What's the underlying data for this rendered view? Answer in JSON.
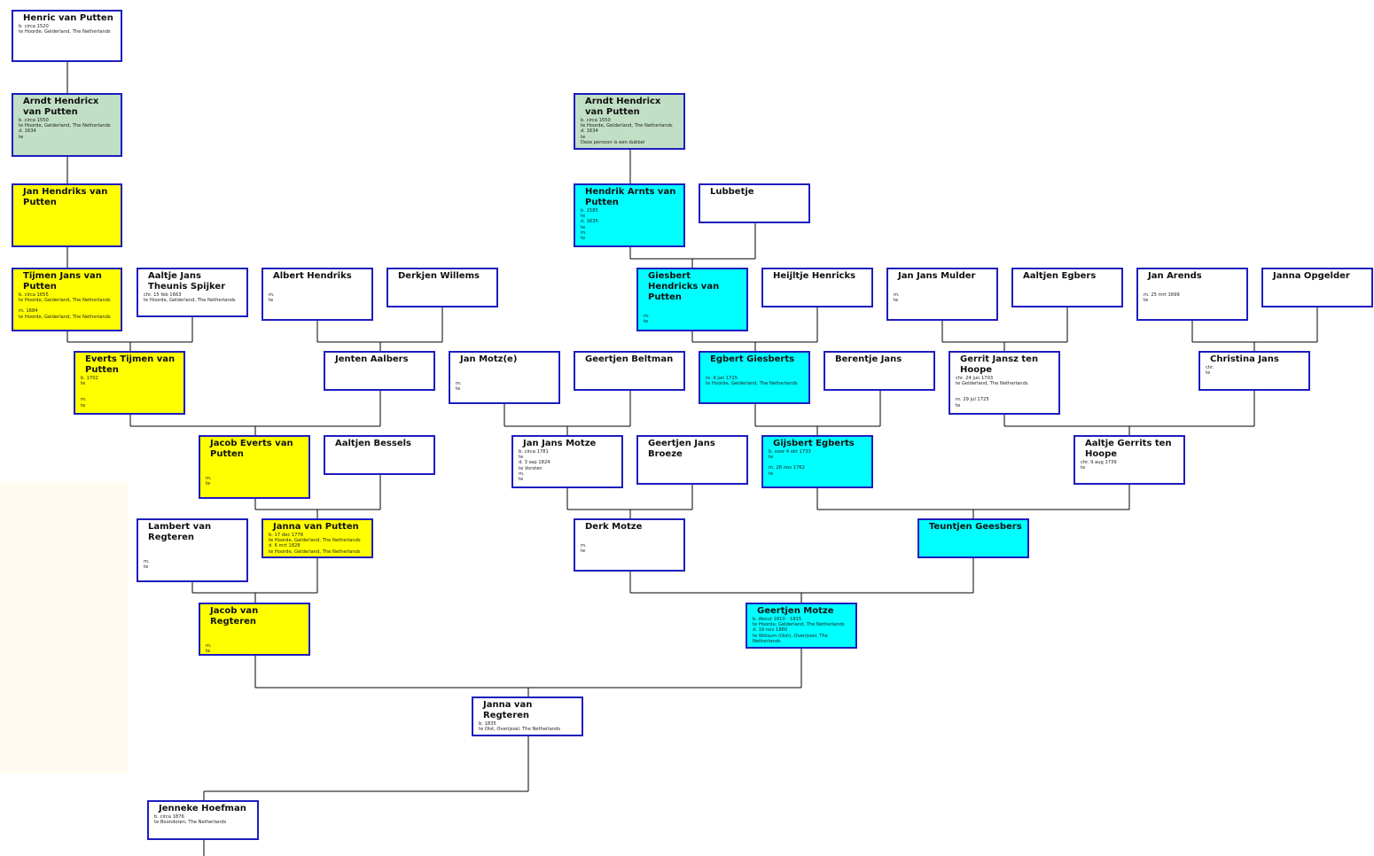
{
  "people": [
    {
      "id": "henric",
      "name": "Henric van Putten",
      "color": "white",
      "details": [
        "b. circa 1520",
        "te Hoorde, Gelderland, The Netherlands"
      ]
    },
    {
      "id": "arndt1",
      "name": "Arndt Hendricx van Putten",
      "color": "green",
      "details": [
        "b. circa 1550",
        "te Hoorde, Gelderland, The Netherlands",
        "d. 1634",
        "te"
      ]
    },
    {
      "id": "arndt2",
      "name": "Arndt Hendricx van Putten",
      "color": "green",
      "details": [
        "b. circa 1550",
        "te Hoorde, Gelderland, The Netherlands",
        "d. 1634",
        "te",
        "Deze persoon is een dubbel"
      ]
    },
    {
      "id": "janhendriks",
      "name": "Jan Hendriks van Putten",
      "color": "yellow",
      "details": []
    },
    {
      "id": "hendrik",
      "name": "Hendrik Arnts van Putten",
      "color": "cyan",
      "details": [
        "b. 1585",
        "te",
        "d. 1635",
        "te",
        "m.",
        "te"
      ]
    },
    {
      "id": "lubbetje",
      "name": "Lubbetje",
      "color": "white",
      "details": []
    },
    {
      "id": "tijmen",
      "name": "Tijmen Jans van Putten",
      "color": "yellow",
      "details": [
        "b. circa 1655",
        "te Hoorde, Gelderland, The Netherlands",
        "",
        "m. 1684",
        "te Hoorde, Gelderland, The Netherlands"
      ]
    },
    {
      "id": "aaltjespijker",
      "name": "Aaltje Jans Theunis Spijker",
      "color": "white",
      "details": [
        "chr. 15 feb 1663",
        "te Hoorde, Gelderland, The Netherlands"
      ]
    },
    {
      "id": "albert",
      "name": "Albert Hendriks",
      "color": "white",
      "details": [
        "",
        "",
        "m.",
        "te"
      ]
    },
    {
      "id": "derkjen",
      "name": "Derkjen Willems",
      "color": "white",
      "details": []
    },
    {
      "id": "giesbert",
      "name": "Giesbert Hendricks van Putten",
      "color": "cyan",
      "details": [
        "",
        "",
        "m.",
        "te"
      ]
    },
    {
      "id": "heijltje",
      "name": "Heijltje Henricks",
      "color": "white",
      "details": []
    },
    {
      "id": "janjansmulder",
      "name": "Jan Jans Mulder",
      "color": "white",
      "details": [
        "",
        "",
        "m.",
        "te"
      ]
    },
    {
      "id": "aaltjenegbers",
      "name": "Aaltjen Egbers",
      "color": "white",
      "details": []
    },
    {
      "id": "janarends",
      "name": "Jan Arends",
      "color": "white",
      "details": [
        "",
        "",
        "m. 25 mrt 1699",
        "te"
      ]
    },
    {
      "id": "janna_opgelder",
      "name": "Janna Opgelder",
      "color": "white",
      "details": []
    },
    {
      "id": "everts",
      "name": "Everts Tijmen van Putten",
      "color": "yellow",
      "details": [
        "b. 1702",
        "te",
        "",
        "",
        "m.",
        "te"
      ]
    },
    {
      "id": "jenten",
      "name": "Jenten Aalbers",
      "color": "white",
      "details": []
    },
    {
      "id": "janmotz",
      "name": "Jan Motz(e)",
      "color": "white",
      "details": [
        "",
        "",
        "",
        "m.",
        "te"
      ]
    },
    {
      "id": "geertjenbeltman",
      "name": "Geertjen Beltman",
      "color": "white",
      "details": []
    },
    {
      "id": "egbert",
      "name": "Egbert Giesberts",
      "color": "cyan",
      "details": [
        "",
        "",
        "m. 9 jan 1725",
        "te Hoorde, Gelderland, The Netherlands"
      ]
    },
    {
      "id": "berentje",
      "name": "Berentje Jans",
      "color": "white",
      "details": []
    },
    {
      "id": "gerrit",
      "name": "Gerrit Jansz ten Hoope",
      "color": "white",
      "details": [
        "chr. 24 jun 1703",
        "te Gelderland, The Netherlands",
        "",
        "",
        "m. 29 jul 1725",
        "te"
      ]
    },
    {
      "id": "christina",
      "name": "Christina Jans",
      "color": "white",
      "details": [
        "chr.",
        "te"
      ]
    },
    {
      "id": "jacobeverts",
      "name": "Jacob Everts van Putten",
      "color": "yellow",
      "details": [
        "",
        "",
        "",
        "m.",
        "te"
      ]
    },
    {
      "id": "aaltjenbessels",
      "name": "Aaltjen Bessels",
      "color": "white",
      "details": []
    },
    {
      "id": "janjansmotze",
      "name": "Jan Jans Motze",
      "color": "white",
      "details": [
        "b. circa 1781",
        "te",
        "d. 3 sep 1824",
        "te Vorsten",
        "m.",
        "te"
      ]
    },
    {
      "id": "geertjenbroeze",
      "name": "Geertjen Jans Broeze",
      "color": "white",
      "details": []
    },
    {
      "id": "gijsbert",
      "name": "Gijsbert Egberts",
      "color": "cyan",
      "details": [
        "b. voor 4 okt 1733",
        "te",
        "",
        "m. 28 nov 1762",
        "te"
      ]
    },
    {
      "id": "aaltjegerrits",
      "name": "Aaltje Gerrits ten Hoope",
      "color": "white",
      "details": [
        "chr. 9 aug 1739",
        "te"
      ]
    },
    {
      "id": "lambert",
      "name": "Lambert van Regteren",
      "color": "white",
      "details": [
        "",
        "",
        "",
        "m.",
        "te"
      ]
    },
    {
      "id": "jannavanputten",
      "name": "Janna van Putten",
      "color": "yellow",
      "details": [
        "b. 17 dec 1778",
        "te Hoorde, Gelderland, The Netherlands",
        "d. 6 mrt 1828",
        "te Hoorde, Gelderland, The Netherlands"
      ]
    },
    {
      "id": "derkmotze",
      "name": "Derk Motze",
      "color": "white",
      "details": [
        "",
        "",
        "m.",
        "te"
      ]
    },
    {
      "id": "teuntjen",
      "name": "Teuntjen Geesbers",
      "color": "cyan",
      "details": []
    },
    {
      "id": "jacobregteren",
      "name": "Jacob van Regteren",
      "color": "yellow",
      "details": [
        "",
        "",
        "",
        "m.",
        "te"
      ]
    },
    {
      "id": "geertjenmotze",
      "name": "Geertjen Motze",
      "color": "cyan",
      "details": [
        "b. About 1810 - 1815",
        "te Hoorde, Gelderland, The Netherlands",
        "d. 19 nov 1860",
        "te Wolsum (Olst), Overijssel, The",
        "Netherlands"
      ]
    },
    {
      "id": "jannaregteren",
      "name": "Janna van Regteren",
      "color": "white",
      "details": [
        "b. 1835",
        "te Olst, Overijssel, The Netherlands"
      ]
    },
    {
      "id": "jenneke",
      "name": "Jenneke Hoefman",
      "color": "white",
      "details": [
        "b. circa 1876",
        "te Boondoren, The Netherlands"
      ]
    }
  ],
  "colors": {
    "yellow": "#ffff00",
    "cyan": "#00ffff",
    "green": "#c1dfc5",
    "white": "#ffffff",
    "border": "#1d1dbf",
    "line": "#000000"
  }
}
